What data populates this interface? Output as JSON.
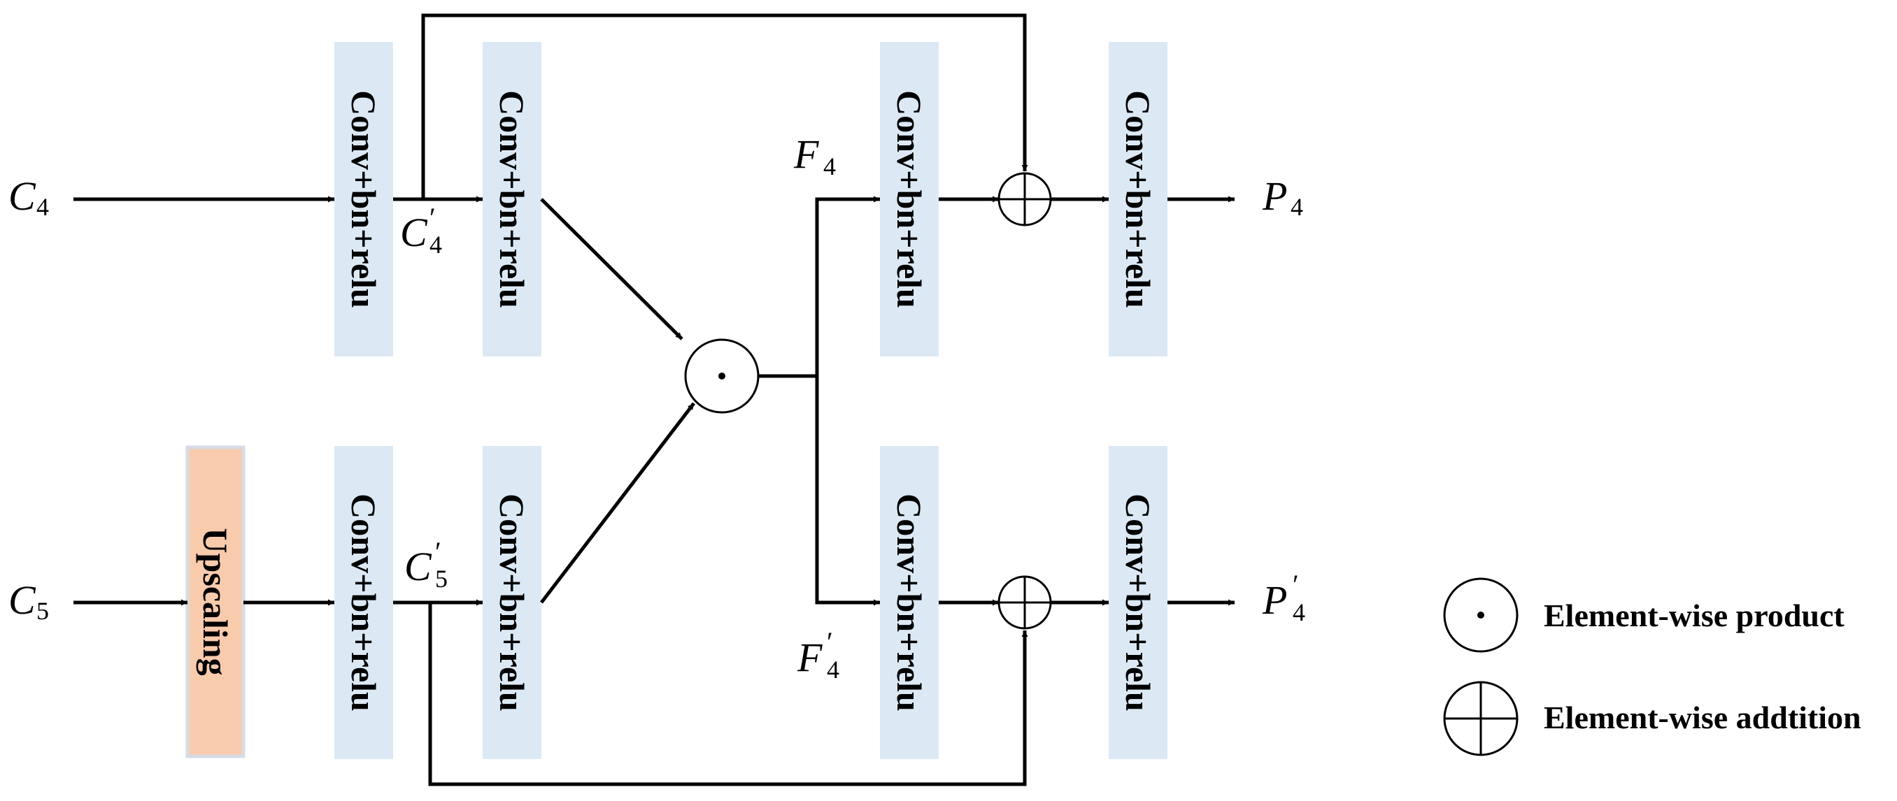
{
  "blocks": {
    "conv_label": "Conv+bn+relu",
    "upscaling_label": "Upscaling"
  },
  "variables": {
    "c4": {
      "main": "C",
      "sub": "4",
      "prime": ""
    },
    "c5": {
      "main": "C",
      "sub": "5",
      "prime": ""
    },
    "c4_prime": {
      "main": "C",
      "sub": "4",
      "prime": "′"
    },
    "c5_prime": {
      "main": "C",
      "sub": "5",
      "prime": "′"
    },
    "f4": {
      "main": "F",
      "sub": "4",
      "prime": ""
    },
    "f4_prime": {
      "main": "F",
      "sub": "4",
      "prime": "′"
    },
    "p4": {
      "main": "P",
      "sub": "4",
      "prime": ""
    },
    "p4_prime": {
      "main": "P",
      "sub": "4",
      "prime": "′"
    }
  },
  "legend": {
    "product_label": "Element-wise product",
    "addition_label": "Element-wise addtition"
  },
  "colors": {
    "conv_fill": "#dce9f5",
    "upscaling_fill": "#f8cbad",
    "upscaling_border": "#d6dce4",
    "line": "#000000"
  },
  "icons": {
    "product": "circle-dot-icon",
    "addition": "circle-plus-icon"
  }
}
